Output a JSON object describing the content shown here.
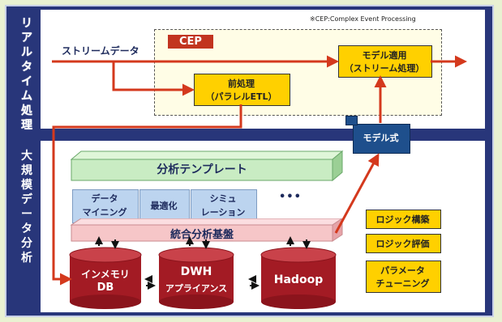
{
  "section_labels": {
    "realtime": "リアルタイム処理",
    "bigdata": "大規模データ分析"
  },
  "cep_note": "※CEP:Complex Event Processing",
  "cep_label": "CEP",
  "stream_label": "ストリームデータ",
  "preprocess": {
    "line1": "前処理",
    "line2": "（パラレルETL）"
  },
  "model_apply": {
    "line1": "モデル適用",
    "line2": "（ストリーム処理）"
  },
  "model_formula": "モデル式",
  "analysis_template": "分析テンプレート",
  "templates": [
    {
      "line1": "データ",
      "line2": "マイニング"
    },
    {
      "line1": "最適化",
      "line2": ""
    },
    {
      "line1": "シミュ",
      "line2": "レーション"
    }
  ],
  "more": "•••",
  "integrated_platform": "統合分析基盤",
  "databases": [
    {
      "line1": "インメモリ",
      "line2": "DB"
    },
    {
      "line1": "DWH",
      "line2": "アプライアンス"
    },
    {
      "line1": "Hadoop",
      "line2": ""
    }
  ],
  "logic_boxes": [
    {
      "line1": "ロジック構築",
      "line2": ""
    },
    {
      "line1": "ロジック評価",
      "line2": ""
    },
    {
      "line1": "パラメータ",
      "line2": "チューニング"
    }
  ],
  "colors": {
    "frame": "#28367a",
    "panel": "#ffffff",
    "accent_red": "#d4391d",
    "yellow": "#ffd000",
    "navy_box": "#1e4f8c",
    "cylinder": "#a31b24",
    "green": "#c9ecc3",
    "pink": "#f6c6c8",
    "blue_tile": "#bcd4ef"
  }
}
